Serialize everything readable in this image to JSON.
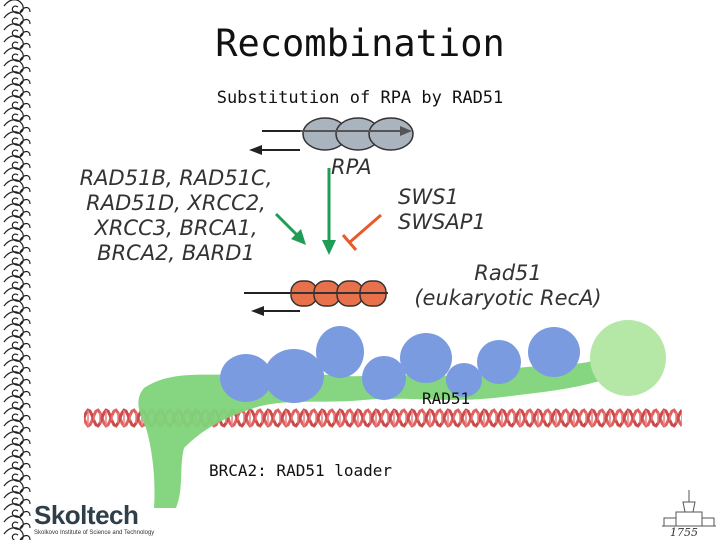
{
  "slide": {
    "title": "Recombination",
    "subtitle": "Substitution of RPA by RAD51"
  },
  "diagram": {
    "rpa_label": "RPA",
    "loaders_lines": [
      "RAD51B, RAD51C,",
      "RAD51D, XRCC2,",
      "XRCC3, BRCA1,",
      "BRCA2, BARD1"
    ],
    "inhibitors_lines": [
      "SWS1",
      "SWSAP1"
    ],
    "rad51_label_lines": [
      "Rad51",
      "(eukaryotic RecA)"
    ],
    "colors": {
      "rpa": "#a9b4bf",
      "rad51_bead": "#e8714b",
      "activate_arrow": "#1f9d55",
      "inhibit_arrow": "#e85a2a"
    }
  },
  "structure": {
    "rad51_label": "RAD51",
    "brca2_label": "BRCA2: RAD51 loader",
    "colors": {
      "dna": "#e06060",
      "rad51_protein": "#7a9be0",
      "brca2_protein": "#7fd37a",
      "sphere": "#b5e8a6"
    }
  },
  "branding": {
    "logo_text": "Skoltech",
    "logo_subtext": "Skolkovo Institute of Science and Technology",
    "year": "1755"
  }
}
